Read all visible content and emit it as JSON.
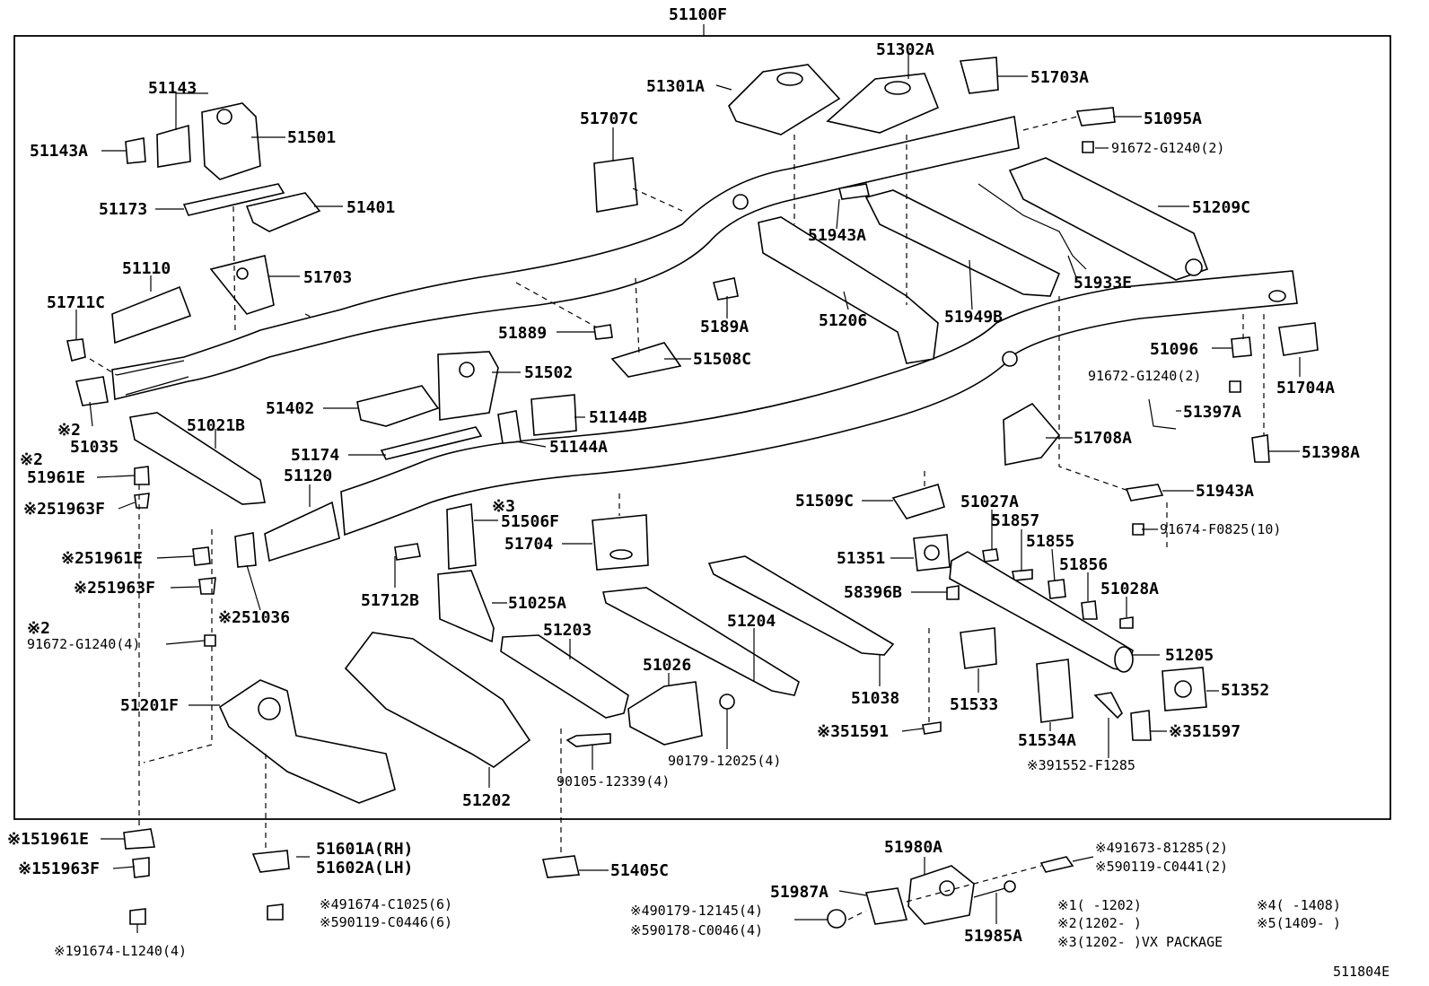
{
  "assembly_number": "51100F",
  "figure_code": "511804E",
  "callouts": {
    "c51143": "51143",
    "c51143A": "51143A",
    "c51501": "51501",
    "c51173": "51173",
    "c51401": "51401",
    "c51110": "51110",
    "c51703": "51703",
    "c51711C": "51711C",
    "c51035_mark": "※2",
    "c51035": "51035",
    "c51021B": "51021B",
    "c51402": "51402",
    "c51502": "51502",
    "c51144B": "51144B",
    "c51144A": "51144A",
    "c51174": "51174",
    "c51120": "51120",
    "c51961E_top": "※2",
    "c51961E_1": "51961E",
    "c51963F_1": "※251963F",
    "c51961E_2": "※251961E",
    "c51036": "※251036",
    "c51963F_2": "※251963F",
    "c91672_mark": "※2",
    "c91672_1": "91672-G1240(4)",
    "c51201F": "51201F",
    "c51961E_3": "※151961E",
    "c51963F_3": "※151963F",
    "c91674L": "※191674-L1240(4)",
    "c51601A": "51601A(RH)",
    "c51602A": "51602A(LH)",
    "c91674C": "※491674-C1025(6)",
    "c90119C0446": "※590119-C0446(6)",
    "c51405C": "51405C",
    "c51301A": "51301A",
    "c51302A": "51302A",
    "c51703A": "51703A",
    "c51707C": "51707C",
    "c51095A": "51095A",
    "c91672_2": "91672-G1240(2)",
    "c51209C": "51209C",
    "c51943A_1": "51943A",
    "c51933E": "51933E",
    "c51206": "51206",
    "c51949B": "51949B",
    "c5189A": "5189A",
    "c51889": "51889",
    "c51508C": "51508C",
    "c51096": "51096",
    "c91672_3": "91672-G1240(2)",
    "c51704A": "51704A",
    "c51397A": "51397A",
    "c51708A": "51708A",
    "c51398A": "51398A",
    "c51943A_2": "51943A",
    "c91674F": "91674-F0825(10)",
    "c51509C": "51509C",
    "c51027A": "51027A",
    "c51857": "51857",
    "c51855": "51855",
    "c51856": "51856",
    "c51351": "51351",
    "c58396B": "58396B",
    "c51028A": "51028A",
    "c51205": "51205",
    "c51352": "51352",
    "c51533": "51533",
    "c51534A": "51534A",
    "c51591": "※351591",
    "c51597": "※351597",
    "c91552": "※391552-F1285",
    "c51506F_mark": "※3",
    "c51506F": "51506F",
    "c51704": "51704",
    "c51712B": "51712B",
    "c51025A": "51025A",
    "c51203": "51203",
    "c51204": "51204",
    "c51038": "51038",
    "c51026": "51026",
    "c90179_12025": "90179-12025(4)",
    "c90105": "90105-12339(4)",
    "c51202": "51202",
    "c51980A": "51980A",
    "c51987A": "51987A",
    "c51985A": "51985A",
    "c91673": "※491673-81285(2)",
    "c90119C0441": "※590119-C0441(2)",
    "c90179_12145": "※490179-12145(4)",
    "c90178": "※590178-C0046(4)"
  },
  "footnotes": {
    "n1": "※1(     -1202)",
    "n2": "※2(1202-     )",
    "n3": "※3(1202-     )VX PACKAGE",
    "n4": "※4(     -1408)",
    "n5": "※5(1409-     )"
  }
}
